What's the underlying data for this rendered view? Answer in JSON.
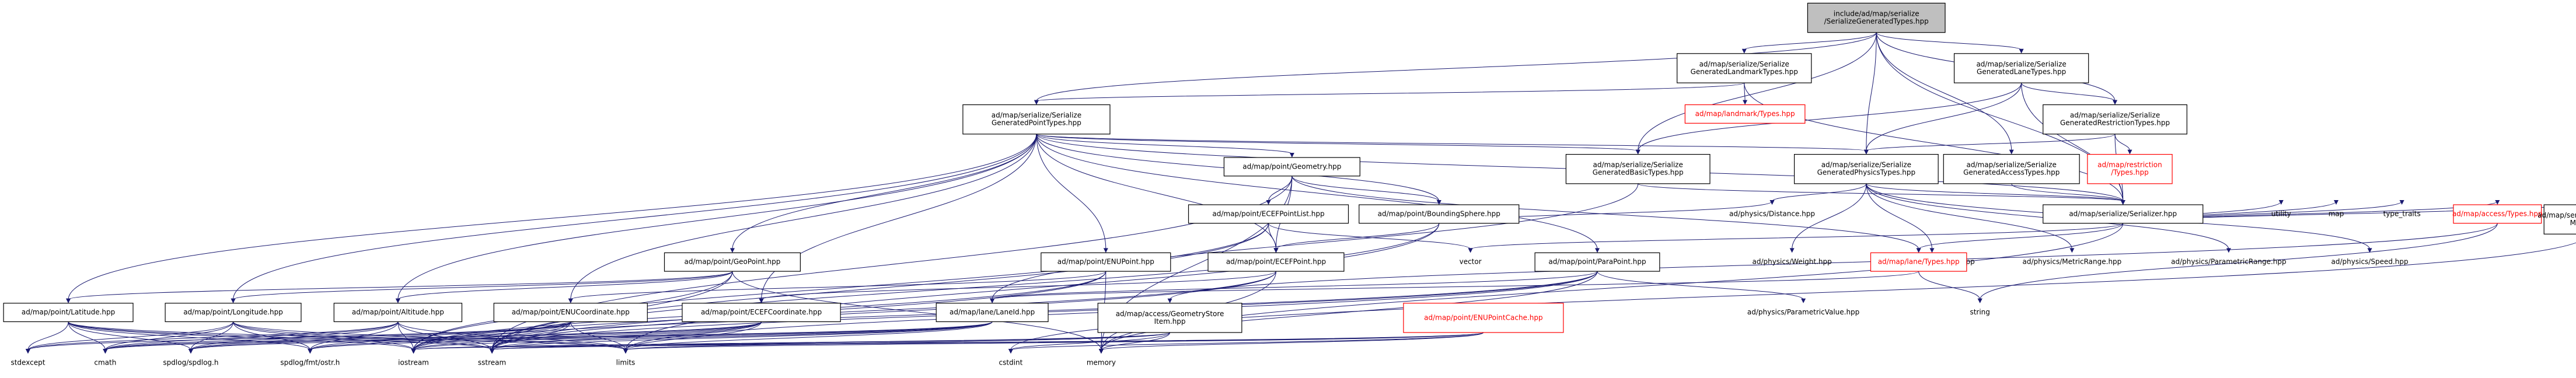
{
  "nodes": [
    {
      "id": "root",
      "lines": [
        "include/ad/map/serialize",
        "/SerializeGeneratedTypes.hpp"
      ],
      "kind": "root"
    },
    {
      "id": "lmtypes",
      "lines": [
        "ad/map/serialize/Serialize",
        "GeneratedLandmarkTypes.hpp"
      ],
      "kind": "normal"
    },
    {
      "id": "lanetypes",
      "lines": [
        "ad/map/serialize/Serialize",
        "GeneratedLaneTypes.hpp"
      ],
      "kind": "normal"
    },
    {
      "id": "pointtypes",
      "lines": [
        "ad/map/serialize/Serialize",
        "GeneratedPointTypes.hpp"
      ],
      "kind": "normal"
    },
    {
      "id": "landmarktypes",
      "lines": [
        "ad/map/landmark/Types.hpp"
      ],
      "kind": "red"
    },
    {
      "id": "restrtypes",
      "lines": [
        "ad/map/serialize/Serialize",
        "GeneratedRestrictionTypes.hpp"
      ],
      "kind": "normal"
    },
    {
      "id": "restriction",
      "lines": [
        "ad/map/restriction",
        "/Types.hpp"
      ],
      "kind": "red"
    },
    {
      "id": "accesstypes",
      "lines": [
        "ad/map/serialize/Serialize",
        "GeneratedAccessTypes.hpp"
      ],
      "kind": "normal"
    },
    {
      "id": "geometry",
      "lines": [
        "ad/map/point/Geometry.hpp"
      ],
      "kind": "normal"
    },
    {
      "id": "basictypes",
      "lines": [
        "ad/map/serialize/Serialize",
        "GeneratedBasicTypes.hpp"
      ],
      "kind": "normal"
    },
    {
      "id": "physicstypes",
      "lines": [
        "ad/map/serialize/Serialize",
        "GeneratedPhysicsTypes.hpp"
      ],
      "kind": "normal"
    },
    {
      "id": "ecefpointlist",
      "lines": [
        "ad/map/point/ECEFPointList.hpp"
      ],
      "kind": "normal"
    },
    {
      "id": "boundingsphere",
      "lines": [
        "ad/map/point/BoundingSphere.hpp"
      ],
      "kind": "normal"
    },
    {
      "id": "serializer",
      "lines": [
        "ad/map/serialize/Serializer.hpp"
      ],
      "kind": "normal"
    },
    {
      "id": "weight",
      "lines": [
        "ad/physics/Weight.hpp"
      ],
      "kind": "ext"
    },
    {
      "id": "duration",
      "lines": [
        "ad/physics/Duration.hpp"
      ],
      "kind": "ext"
    },
    {
      "id": "metricrange",
      "lines": [
        "ad/physics/MetricRange.hpp"
      ],
      "kind": "ext"
    },
    {
      "id": "paramrange",
      "lines": [
        "ad/physics/ParametricRange.hpp"
      ],
      "kind": "ext"
    },
    {
      "id": "speed",
      "lines": [
        "ad/physics/Speed.hpp"
      ],
      "kind": "ext"
    },
    {
      "id": "geopoint",
      "lines": [
        "ad/map/point/GeoPoint.hpp"
      ],
      "kind": "normal"
    },
    {
      "id": "enupoint",
      "lines": [
        "ad/map/point/ENUPoint.hpp"
      ],
      "kind": "normal"
    },
    {
      "id": "ecefpoint",
      "lines": [
        "ad/map/point/ECEFPoint.hpp"
      ],
      "kind": "normal"
    },
    {
      "id": "vector",
      "lines": [
        "vector"
      ],
      "kind": "ext"
    },
    {
      "id": "parapoint",
      "lines": [
        "ad/map/point/ParaPoint.hpp"
      ],
      "kind": "normal"
    },
    {
      "id": "distance",
      "lines": [
        "ad/physics/Distance.hpp"
      ],
      "kind": "ext"
    },
    {
      "id": "lanetypes2",
      "lines": [
        "ad/map/lane/Types.hpp"
      ],
      "kind": "red"
    },
    {
      "id": "utility",
      "lines": [
        "utility"
      ],
      "kind": "ext"
    },
    {
      "id": "map",
      "lines": [
        "map"
      ],
      "kind": "ext"
    },
    {
      "id": "typetraits",
      "lines": [
        "type_traits"
      ],
      "kind": "ext"
    },
    {
      "id": "accesstypes2",
      "lines": [
        "ad/map/access/Types.hpp"
      ],
      "kind": "red"
    },
    {
      "id": "serializablemagic",
      "lines": [
        "ad/map/serialize/Serializable",
        "Magic.hpp"
      ],
      "kind": "normal"
    },
    {
      "id": "latitude",
      "lines": [
        "ad/map/point/Latitude.hpp"
      ],
      "kind": "normal"
    },
    {
      "id": "longitude",
      "lines": [
        "ad/map/point/Longitude.hpp"
      ],
      "kind": "normal"
    },
    {
      "id": "altitude",
      "lines": [
        "ad/map/point/Altitude.hpp"
      ],
      "kind": "normal"
    },
    {
      "id": "enucoord",
      "lines": [
        "ad/map/point/ENUCoordinate.hpp"
      ],
      "kind": "normal"
    },
    {
      "id": "ecefcoord",
      "lines": [
        "ad/map/point/ECEFCoordinate.hpp"
      ],
      "kind": "normal"
    },
    {
      "id": "laneid",
      "lines": [
        "ad/map/lane/LaneId.hpp"
      ],
      "kind": "normal"
    },
    {
      "id": "geostore",
      "lines": [
        "ad/map/access/GeometryStore",
        "Item.hpp"
      ],
      "kind": "normal"
    },
    {
      "id": "enupointcache",
      "lines": [
        "ad/map/point/ENUPointCache.hpp"
      ],
      "kind": "red"
    },
    {
      "id": "paramvalue",
      "lines": [
        "ad/physics/ParametricValue.hpp"
      ],
      "kind": "ext"
    },
    {
      "id": "string",
      "lines": [
        "string"
      ],
      "kind": "ext"
    },
    {
      "id": "stdexcept",
      "lines": [
        "stdexcept"
      ],
      "kind": "ext"
    },
    {
      "id": "cmath",
      "lines": [
        "cmath"
      ],
      "kind": "ext"
    },
    {
      "id": "spdlog",
      "lines": [
        "spdlog/spdlog.h"
      ],
      "kind": "ext"
    },
    {
      "id": "spdlogfmt",
      "lines": [
        "spdlog/fmt/ostr.h"
      ],
      "kind": "ext"
    },
    {
      "id": "iostream",
      "lines": [
        "iostream"
      ],
      "kind": "ext"
    },
    {
      "id": "sstream",
      "lines": [
        "sstream"
      ],
      "kind": "ext"
    },
    {
      "id": "limits",
      "lines": [
        "limits"
      ],
      "kind": "ext"
    },
    {
      "id": "cstdint",
      "lines": [
        "cstdint"
      ],
      "kind": "ext"
    },
    {
      "id": "memory",
      "lines": [
        "memory"
      ],
      "kind": "ext"
    }
  ],
  "edges": [
    [
      "root",
      "lmtypes"
    ],
    [
      "root",
      "lanetypes"
    ],
    [
      "root",
      "pointtypes"
    ],
    [
      "root",
      "restrtypes"
    ],
    [
      "root",
      "accesstypes"
    ],
    [
      "root",
      "basictypes"
    ],
    [
      "root",
      "physicstypes"
    ],
    [
      "root",
      "serializer"
    ],
    [
      "lmtypes",
      "pointtypes"
    ],
    [
      "lmtypes",
      "landmarktypes"
    ],
    [
      "lmtypes",
      "serializer"
    ],
    [
      "lanetypes",
      "restrtypes"
    ],
    [
      "lanetypes",
      "basictypes"
    ],
    [
      "lanetypes",
      "serializer"
    ],
    [
      "lanetypes",
      "physicstypes"
    ],
    [
      "restrtypes",
      "restriction"
    ],
    [
      "restrtypes",
      "physicstypes"
    ],
    [
      "restrtypes",
      "serializer"
    ],
    [
      "accesstypes",
      "serializer"
    ],
    [
      "pointtypes",
      "geometry"
    ],
    [
      "pointtypes",
      "basictypes"
    ],
    [
      "pointtypes",
      "physicstypes"
    ],
    [
      "pointtypes",
      "serializer"
    ],
    [
      "pointtypes",
      "boundingsphere"
    ],
    [
      "pointtypes",
      "geopoint"
    ],
    [
      "pointtypes",
      "enupoint"
    ],
    [
      "pointtypes",
      "ecefpoint"
    ],
    [
      "pointtypes",
      "parapoint"
    ],
    [
      "pointtypes",
      "latitude"
    ],
    [
      "pointtypes",
      "longitude"
    ],
    [
      "pointtypes",
      "altitude"
    ],
    [
      "pointtypes",
      "enucoord"
    ],
    [
      "pointtypes",
      "ecefcoord"
    ],
    [
      "basictypes",
      "serializer"
    ],
    [
      "basictypes",
      "laneid"
    ],
    [
      "physicstypes",
      "weight"
    ],
    [
      "physicstypes",
      "duration"
    ],
    [
      "physicstypes",
      "metricrange"
    ],
    [
      "physicstypes",
      "paramrange"
    ],
    [
      "physicstypes",
      "speed"
    ],
    [
      "physicstypes",
      "serializer"
    ],
    [
      "physicstypes",
      "distance"
    ],
    [
      "geometry",
      "ecefpointlist"
    ],
    [
      "geometry",
      "boundingsphere"
    ],
    [
      "geometry",
      "ecefpoint"
    ],
    [
      "geometry",
      "sstream"
    ],
    [
      "geometry",
      "lanetypes2"
    ],
    [
      "geometry",
      "memory"
    ],
    [
      "ecefpointlist",
      "ecefpoint"
    ],
    [
      "ecefpointlist",
      "vector"
    ],
    [
      "ecefpointlist",
      "iostream"
    ],
    [
      "ecefpointlist",
      "sstream"
    ],
    [
      "boundingsphere",
      "ecefpoint"
    ],
    [
      "boundingsphere",
      "distance"
    ],
    [
      "boundingsphere",
      "sstream"
    ],
    [
      "boundingsphere",
      "limits"
    ],
    [
      "serializer",
      "vector"
    ],
    [
      "serializer",
      "utility"
    ],
    [
      "serializer",
      "map"
    ],
    [
      "serializer",
      "typetraits"
    ],
    [
      "serializer",
      "accesstypes2"
    ],
    [
      "serializer",
      "serializablemagic"
    ],
    [
      "serializer",
      "lanetypes2"
    ],
    [
      "serializer",
      "memory"
    ],
    [
      "serializablemagic",
      "cstdint"
    ],
    [
      "accesstypes2",
      "string"
    ],
    [
      "accesstypes2",
      "geostore"
    ],
    [
      "lanetypes2",
      "laneid"
    ],
    [
      "lanetypes2",
      "string"
    ],
    [
      "geopoint",
      "latitude"
    ],
    [
      "geopoint",
      "longitude"
    ],
    [
      "geopoint",
      "altitude"
    ],
    [
      "geopoint",
      "iostream"
    ],
    [
      "geopoint",
      "memory"
    ],
    [
      "geopoint",
      "sstream"
    ],
    [
      "enupoint",
      "enucoord"
    ],
    [
      "enupoint",
      "iostream"
    ],
    [
      "enupoint",
      "sstream"
    ],
    [
      "enupoint",
      "memory"
    ],
    [
      "ecefpoint",
      "ecefcoord"
    ],
    [
      "ecefpoint",
      "iostream"
    ],
    [
      "ecefpoint",
      "sstream"
    ],
    [
      "ecefpoint",
      "memory"
    ],
    [
      "parapoint",
      "laneid"
    ],
    [
      "parapoint",
      "paramvalue"
    ],
    [
      "parapoint",
      "iostream"
    ],
    [
      "parapoint",
      "sstream"
    ],
    [
      "parapoint",
      "limits"
    ],
    [
      "parapoint",
      "memory"
    ],
    [
      "latitude",
      "stdexcept"
    ],
    [
      "latitude",
      "cmath"
    ],
    [
      "latitude",
      "spdlog"
    ],
    [
      "latitude",
      "spdlogfmt"
    ],
    [
      "latitude",
      "iostream"
    ],
    [
      "latitude",
      "sstream"
    ],
    [
      "latitude",
      "limits"
    ],
    [
      "longitude",
      "stdexcept"
    ],
    [
      "longitude",
      "cmath"
    ],
    [
      "longitude",
      "spdlog"
    ],
    [
      "longitude",
      "spdlogfmt"
    ],
    [
      "longitude",
      "iostream"
    ],
    [
      "longitude",
      "sstream"
    ],
    [
      "longitude",
      "limits"
    ],
    [
      "altitude",
      "stdexcept"
    ],
    [
      "altitude",
      "cmath"
    ],
    [
      "altitude",
      "spdlog"
    ],
    [
      "altitude",
      "spdlogfmt"
    ],
    [
      "altitude",
      "iostream"
    ],
    [
      "altitude",
      "sstream"
    ],
    [
      "altitude",
      "limits"
    ],
    [
      "enucoord",
      "stdexcept"
    ],
    [
      "enucoord",
      "cmath"
    ],
    [
      "enucoord",
      "spdlog"
    ],
    [
      "enucoord",
      "spdlogfmt"
    ],
    [
      "enucoord",
      "iostream"
    ],
    [
      "enucoord",
      "sstream"
    ],
    [
      "enucoord",
      "limits"
    ],
    [
      "ecefcoord",
      "cmath"
    ],
    [
      "ecefcoord",
      "spdlog"
    ],
    [
      "ecefcoord",
      "spdlogfmt"
    ],
    [
      "ecefcoord",
      "iostream"
    ],
    [
      "ecefcoord",
      "sstream"
    ],
    [
      "ecefcoord",
      "limits"
    ],
    [
      "laneid",
      "cmath"
    ],
    [
      "laneid",
      "iostream"
    ],
    [
      "laneid",
      "sstream"
    ],
    [
      "laneid",
      "limits"
    ],
    [
      "laneid",
      "spdlog"
    ],
    [
      "laneid",
      "spdlogfmt"
    ],
    [
      "geostore",
      "iostream"
    ],
    [
      "geostore",
      "sstream"
    ],
    [
      "geostore",
      "limits"
    ],
    [
      "geostore",
      "memory"
    ],
    [
      "geostore",
      "cstdint"
    ],
    [
      "enupointcache",
      "iostream"
    ],
    [
      "enupointcache",
      "sstream"
    ],
    [
      "enupointcache",
      "limits"
    ],
    [
      "enupointcache",
      "memory"
    ],
    [
      "enupointcache",
      "cstdint"
    ]
  ]
}
